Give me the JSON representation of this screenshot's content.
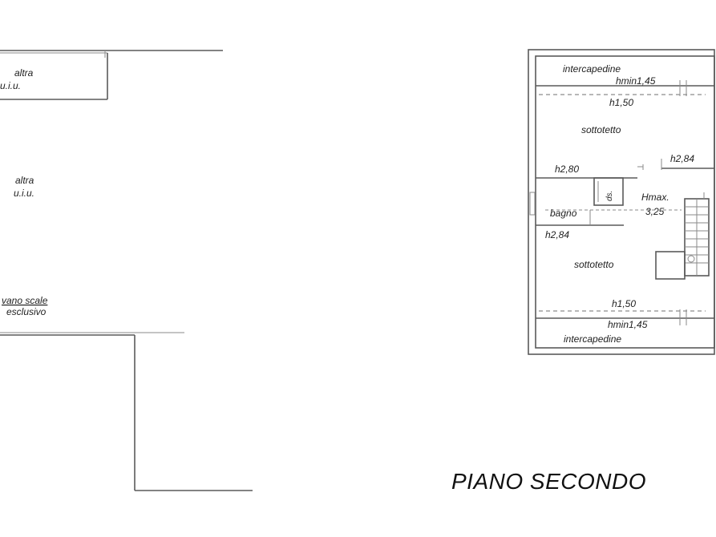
{
  "left_plan": {
    "labels": {
      "altra_uiu_1_line1": "altra",
      "altra_uiu_1_line2": "u.i.u.",
      "altra_uiu_2_line1": "altra",
      "altra_uiu_2_line2": "u.i.u.",
      "vano_scale_line1": "vano scale",
      "vano_scale_line2": "esclusivo"
    }
  },
  "right_plan": {
    "labels": {
      "intercapedine_top": "intercapedine",
      "hmin_top": "hmin1,45",
      "h150_top": "h1,50",
      "sottotetto_top": "sottotetto",
      "h284_right": "h2,84",
      "h280": "h2,80",
      "ds": "ds.",
      "hmax_line1": "Hmax.",
      "hmax_line2": "3,25",
      "bagno": "bagno",
      "h284_left": "h2,84",
      "sottotetto_bottom": "sottotetto",
      "h150_bottom": "h1,50",
      "hmin_bottom": "hmin1,45",
      "intercapedine_bottom": "intercapedine"
    }
  },
  "title": "PIANO SECONDO"
}
